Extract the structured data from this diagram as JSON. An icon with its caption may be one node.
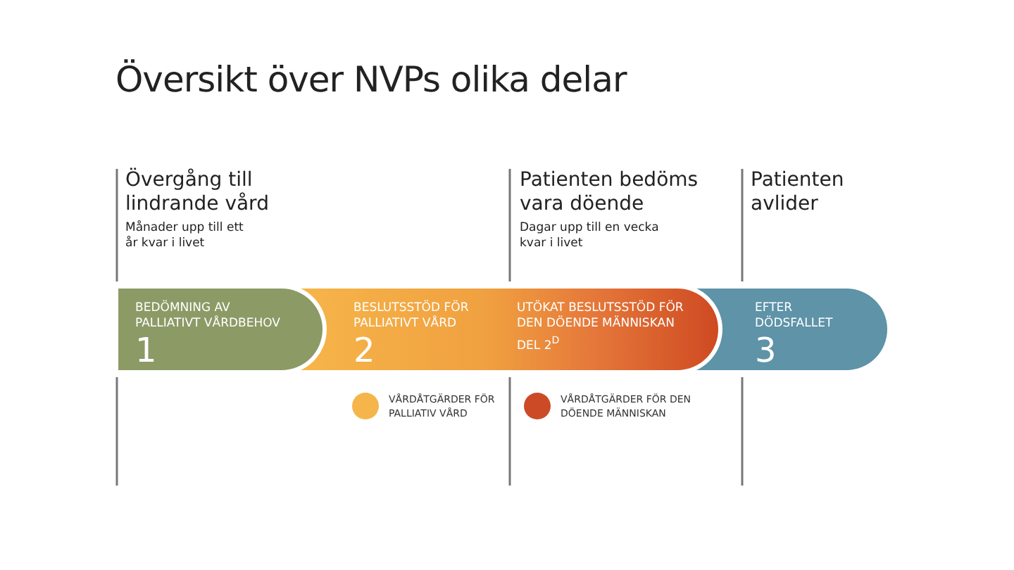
{
  "diagram": {
    "title": "Översikt över NVPs olika delar",
    "nodes": [
      {
        "text": [
          "BEDÖMNING AV PALLIATIVT VÅRDBEHOV",
          "1"
        ],
        "beside": [
          "Övergång till lindrande vård",
          "Månader upp till ett år kvar i livet"
        ]
      },
      {
        "text": [
          "BESLUTSSTÖD FÖR PALLIATIVT VÅRD",
          "2",
          "UTÖKAT BESLUTSSTÖD FÖR DEN DÖENDE MÄNNISKAN DEL 2$^{D}$"
        ],
        "beside": [
          "Patienten bedöms vara döende",
          "Dagar upp till en vecka kvar i livet"
        ]
      },
      {
        "text": [
          "EFTER DÖDSFALLET",
          "3"
        ],
        "beside": [
          "Patienten avlider"
        ]
      }
    ],
    "edges": [],
    "legend": [
      {
        "text": "VÅRDÅTGÄRDER FÖR PALLIATIV VÅRD",
        "color": "#f5b54a"
      },
      {
        "text": "VÅRDÅTGÄRDER FÖR DEN DÖENDE MÄNNISKAN",
        "color": "#cc4a25"
      }
    ]
  }
}
